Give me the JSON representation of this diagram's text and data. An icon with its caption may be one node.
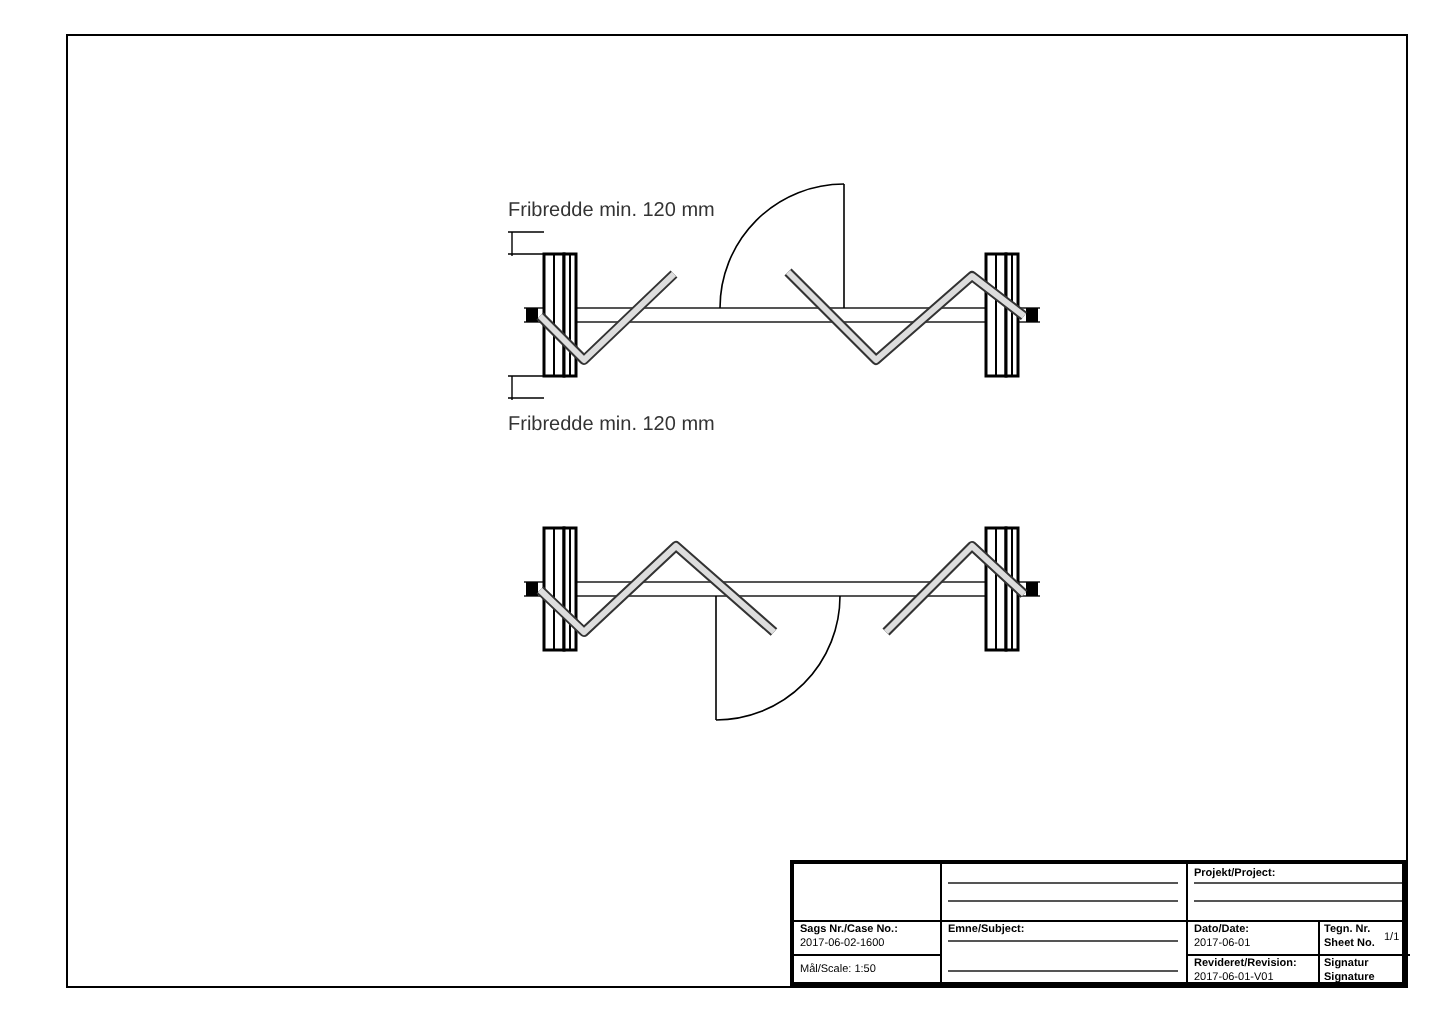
{
  "diagram": {
    "labels": [
      "Fribredde min. 120 mm",
      "Fribredde min. 120 mm",
      "Projekt/Project:",
      "Sags Nr./Case No.:",
      "2017-06-02-1600",
      "Emne/Subject:",
      "Dato/Date:",
      "2017-06-01",
      "Tegn. Nr.",
      "Sheet No.",
      "1/1",
      "Mål/Scale: 1:50",
      "Revideret/Revision:",
      "2017-06-01-V01",
      "Signatur",
      "Signature"
    ]
  }
}
